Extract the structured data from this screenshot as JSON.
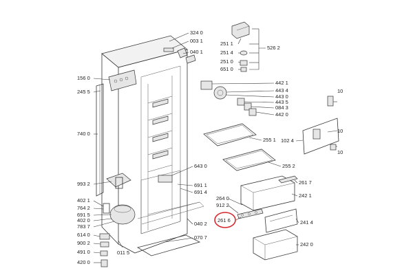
{
  "callouts": [
    {
      "id": "c1",
      "text": "324 0"
    },
    {
      "id": "c2",
      "text": "003 1"
    },
    {
      "id": "c3",
      "text": "040 1"
    },
    {
      "id": "c4",
      "text": "156 0"
    },
    {
      "id": "c5",
      "text": "245 5"
    },
    {
      "id": "c6",
      "text": "740 0"
    },
    {
      "id": "c7",
      "text": "993 2"
    },
    {
      "id": "c8",
      "text": "402 1"
    },
    {
      "id": "c9",
      "text": "764 2"
    },
    {
      "id": "c10",
      "text": "691 5"
    },
    {
      "id": "c11",
      "text": "402 0"
    },
    {
      "id": "c12",
      "text": "783 7"
    },
    {
      "id": "c13",
      "text": "614 0"
    },
    {
      "id": "c14",
      "text": "900 2"
    },
    {
      "id": "c15",
      "text": "491 0"
    },
    {
      "id": "c16",
      "text": "420 0"
    },
    {
      "id": "c17",
      "text": "011 5"
    },
    {
      "id": "c18",
      "text": "070 7"
    },
    {
      "id": "c19",
      "text": "040 2"
    },
    {
      "id": "c20",
      "text": "643 0"
    },
    {
      "id": "c21",
      "text": "691 1"
    },
    {
      "id": "c22",
      "text": "691 4"
    },
    {
      "id": "c23",
      "text": "251 1"
    },
    {
      "id": "c24",
      "text": "251 4"
    },
    {
      "id": "c25",
      "text": "251 0"
    },
    {
      "id": "c26",
      "text": "651 0"
    },
    {
      "id": "c27",
      "text": "526 2"
    },
    {
      "id": "c28",
      "text": "442 1"
    },
    {
      "id": "c29",
      "text": "443 4"
    },
    {
      "id": "c30",
      "text": "443 0"
    },
    {
      "id": "c31",
      "text": "443 5"
    },
    {
      "id": "c32",
      "text": "084 3"
    },
    {
      "id": "c33",
      "text": "442 0"
    },
    {
      "id": "c34",
      "text": "255 1"
    },
    {
      "id": "c35",
      "text": "255 2"
    },
    {
      "id": "c36",
      "text": "102 4"
    },
    {
      "id": "c37",
      "text": "10"
    },
    {
      "id": "c38",
      "text": "10"
    },
    {
      "id": "c39",
      "text": "10"
    },
    {
      "id": "c40",
      "text": "261 7"
    },
    {
      "id": "c41",
      "text": "264 0"
    },
    {
      "id": "c42",
      "text": "912 2"
    },
    {
      "id": "c43",
      "text": "242 1"
    },
    {
      "id": "c44",
      "text": "261 6"
    },
    {
      "id": "c45",
      "text": "241 4"
    },
    {
      "id": "c46",
      "text": "242 0"
    }
  ],
  "highlight": {
    "target": "261 6",
    "color": "#d9262c"
  }
}
